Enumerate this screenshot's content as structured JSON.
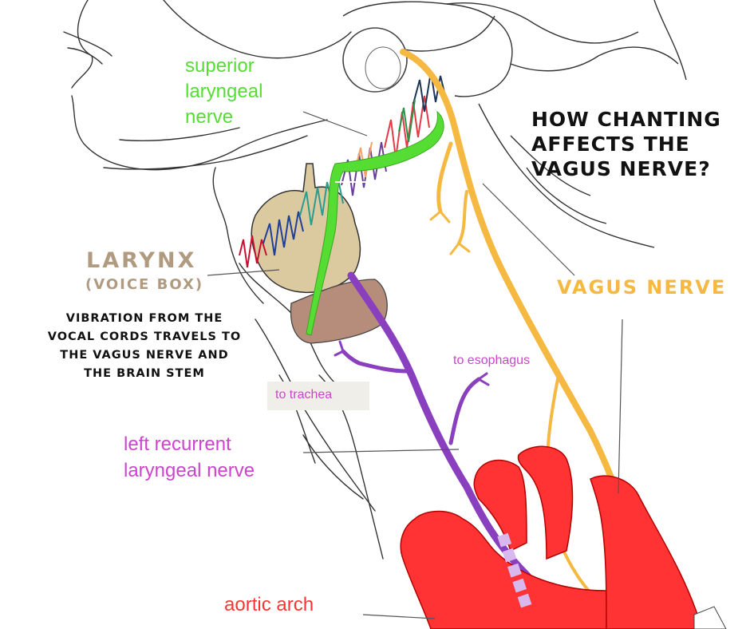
{
  "title_lines": [
    "HOW CHANTING",
    "AFFECTS THE",
    "VAGUS NERVE?"
  ],
  "labels": {
    "superior_laryngeal_nerve": [
      "superior",
      "laryngeal",
      "nerve"
    ],
    "larynx": "LARYNX",
    "voice_box": "(VOICE BOX)",
    "vibration_note": [
      "VIBRATION FROM THE",
      "VOCAL CORDS TRAVELS  TO",
      "THE VAGUS NERVE AND",
      "THE BRAIN STEM"
    ],
    "vagus_nerve": "VAGUS NERVE",
    "to_esophagus": "to esophagus",
    "to_trachea": "to trachea",
    "left_recurrent_laryngeal_nerve": [
      "left recurrent",
      "laryngeal nerve"
    ],
    "aortic_arch": "aortic arch"
  },
  "colors": {
    "superior_laryngeal_nerve": "#55dd33",
    "larynx_label": "#b09a80",
    "vagus_nerve": "#f5b942",
    "recurrent_nerve": "#8a3fbf",
    "branch_labels": "#cc44cc",
    "aortic_arch": "#ff3333",
    "larynx_fill": "#dbc9a0",
    "trachea_fill": "#b58d7a"
  }
}
